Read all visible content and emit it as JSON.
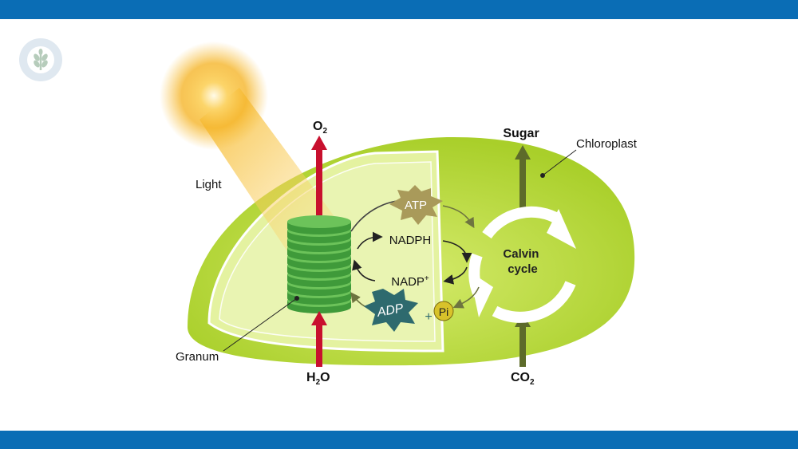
{
  "labels": {
    "o2": "O",
    "o2_sub": "2",
    "h2o_h": "H",
    "h2o_sub": "2",
    "h2o_o": "O",
    "sugar": "Sugar",
    "co2": "CO",
    "co2_sub": "2",
    "chloroplast": "Chloroplast",
    "light": "Light",
    "granum": "Granum",
    "atp": "ATP",
    "nadph": "NADPH",
    "nadp": "NADP",
    "nadp_sup": "+",
    "adp": "ADP",
    "plus": "+",
    "pi": "Pi",
    "calvin_1": "Calvin",
    "calvin_2": "cycle"
  },
  "logo_icon": "wheat-icon",
  "colors": {
    "brand_blue": "#0a6db5",
    "arrow_red": "#c8102e",
    "arrow_olive": "#5d6b2a"
  }
}
